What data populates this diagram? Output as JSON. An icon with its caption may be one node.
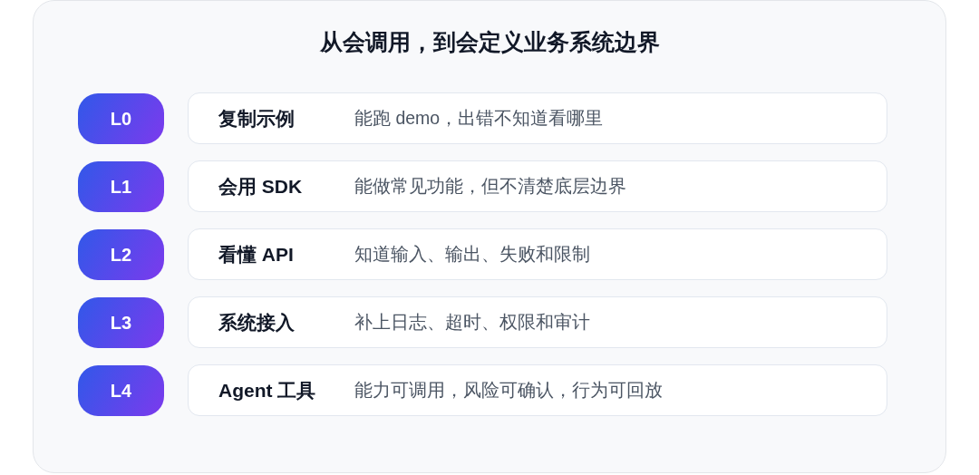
{
  "diagram": {
    "title": "从会调用，到会定义业务系统边界",
    "nodes": [
      {
        "text": [
          "L0"
        ]
      },
      {
        "text": [
          "复制示例",
          "能跑 demo，出错不知道看哪里"
        ]
      },
      {
        "text": [
          "L1"
        ]
      },
      {
        "text": [
          "会用 SDK",
          "能做常见功能，但不清楚底层边界"
        ]
      },
      {
        "text": [
          "L2"
        ]
      },
      {
        "text": [
          "看懂 API",
          "知道输入、输出、失败和限制"
        ]
      },
      {
        "text": [
          "L3"
        ]
      },
      {
        "text": [
          "系统接入",
          "补上日志、超时、权限和审计"
        ]
      },
      {
        "text": [
          "L4"
        ]
      },
      {
        "text": [
          "Agent 工具",
          "能力可调用，风险可确认，行为可回放"
        ]
      }
    ]
  }
}
